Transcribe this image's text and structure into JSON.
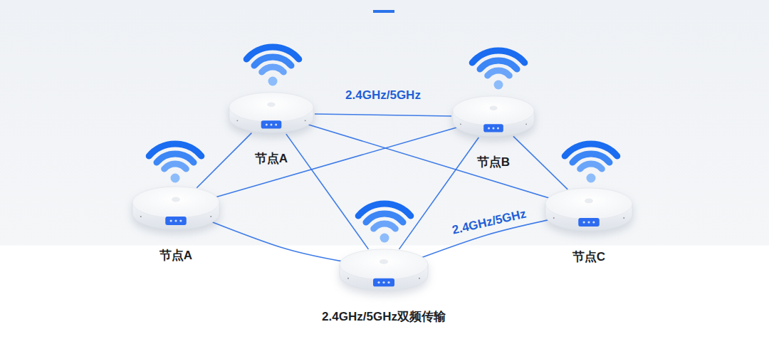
{
  "diagram": {
    "nodes": [
      {
        "text": [
          "节点A"
        ]
      },
      {
        "text": [
          "节点B"
        ]
      },
      {
        "text": [
          "节点A"
        ]
      },
      {
        "text": [
          "节点C"
        ]
      },
      {
        "text": [
          "2.4GHz/5GHz双频传输"
        ]
      }
    ],
    "edges": [
      {
        "from": 0,
        "to": 1,
        "arrow": "none",
        "label": "2.4GHz/5GHz"
      },
      {
        "from": 0,
        "to": 2,
        "arrow": "none"
      },
      {
        "from": 0,
        "to": 3,
        "arrow": "none"
      },
      {
        "from": 0,
        "to": 4,
        "arrow": "none"
      },
      {
        "from": 1,
        "to": 2,
        "arrow": "none"
      },
      {
        "from": 1,
        "to": 3,
        "arrow": "none"
      },
      {
        "from": 1,
        "to": 4,
        "arrow": "none"
      },
      {
        "from": 2,
        "to": 4,
        "arrow": "none"
      },
      {
        "from": 4,
        "to": 3,
        "arrow": "none",
        "label": "2.4GHz/5GHz"
      }
    ]
  }
}
